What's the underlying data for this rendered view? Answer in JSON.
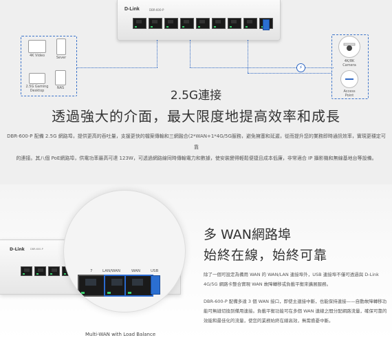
{
  "top": {
    "router": {
      "brand": "D-Link",
      "model": "DBR-600-P"
    },
    "devices_left": [
      {
        "label": "4K Video",
        "icon": "tv-icon"
      },
      {
        "label": "Sever",
        "icon": "server-icon"
      },
      {
        "label": "2.5G Gaming Desktop",
        "icon": "desktop-icon"
      },
      {
        "label": "NAS",
        "icon": "nas-icon"
      }
    ],
    "devices_right": [
      {
        "label": "4K/8K Camera",
        "icon": "camera-icon"
      },
      {
        "label": "Access Point",
        "icon": "access-point-icon"
      }
    ],
    "heading_small": "2.5G連接",
    "heading_big": "透過強大的介面，最大限度地提高效率和成長",
    "description_line1": "DBR-600-P 配備 2.5G 網路埠，提供更高的吞吐量，支援更快的檔案傳輸和三網融合(2*WAN+1*4G/5G服務，避免擁塞和延遲，從而提升您的業務即時通訊效率，實現更穩定可靠",
    "description_line2": "的連接。其八個 PoE網路埠，供電功率最高可達 123W，可透過網路線同時傳輸電力和數據，使安裝變得輕鬆便捷且成本低廉，非常適合 IP 攝影機和無線基地台等設備。"
  },
  "bottom": {
    "router": {
      "brand": "D-Link",
      "model": "DBR-600-P"
    },
    "zoom_labels": {
      "lan_wan_num": "7",
      "lan_wan": "LAN/WAN",
      "wan": "WAN",
      "usb": "USB"
    },
    "caption": "Multi-WAN with Load Balance",
    "title_line1": "多 WAN網路埠",
    "title_line2": "始終在線，始終可靠",
    "paragraph1": "除了一個可設定為備用 WAN 的 WAN/LAN 連接埠外，USB 連接埠不僅可透過與 D-Link 4G/5G 網路卡整合實現 WAN 故障轉移或負載平衡來擴展服務。",
    "paragraph2": "DBR-600-P 配備多達 3 個 WAN 接口，即使主連接中斷，也能保持連接——自動故障轉移功能可無縫切換到備用連接。負載平衡功能可在多個 WAN 連線之間分配網路流量，確保可靠的效能和最佳化的流量，使您的業務始終在線高效，無需擔憂中斷。"
  },
  "colors": {
    "accent_blue": "#2d67c4",
    "port_led": "#3bd16f",
    "usb_blue": "#2b6fd1"
  }
}
